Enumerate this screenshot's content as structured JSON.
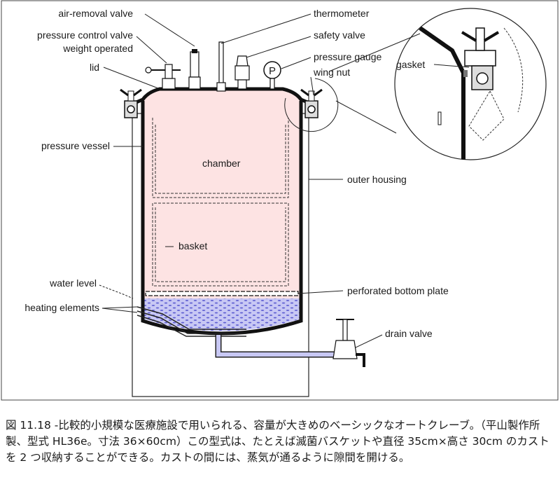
{
  "diagram": {
    "labels": {
      "air_removal_valve": "air-removal valve",
      "pressure_control_valve": "pressure control valve",
      "weight_operated": "weight operated",
      "lid": "lid",
      "pressure_vessel": "pressure vessel",
      "water_level": "water level",
      "heating_elements": "heating elements",
      "thermometer": "thermometer",
      "safety_valve": "safety valve",
      "pressure_gauge": "pressure gauge",
      "gauge_letter": "P",
      "wing_nut": "wing nut",
      "gasket": "gasket",
      "chamber": "chamber",
      "basket": "basket",
      "outer_housing": "outer housing",
      "perforated_bottom_plate": "perforated bottom plate",
      "drain_valve": "drain valve"
    },
    "colors": {
      "chamber_fill": "#fde3e3",
      "water_fill": "#c8c8f4",
      "water_dots": "#5a5ad0",
      "pipe_fill": "#c8c8f4",
      "outline": "#111111"
    }
  },
  "caption": {
    "text": "図 11.18 -比較的小規模な医療施設で用いられる、容量が大きめのベーシックなオートクレーブ。（平山製作所製、型式 HL36e。寸法 36×60cm）この型式は、たとえば滅菌バスケットや直径 35cm×高さ 30cm のカストを 2 つ収納することができる。カストの間には、蒸気が通るように隙間を開ける。"
  }
}
